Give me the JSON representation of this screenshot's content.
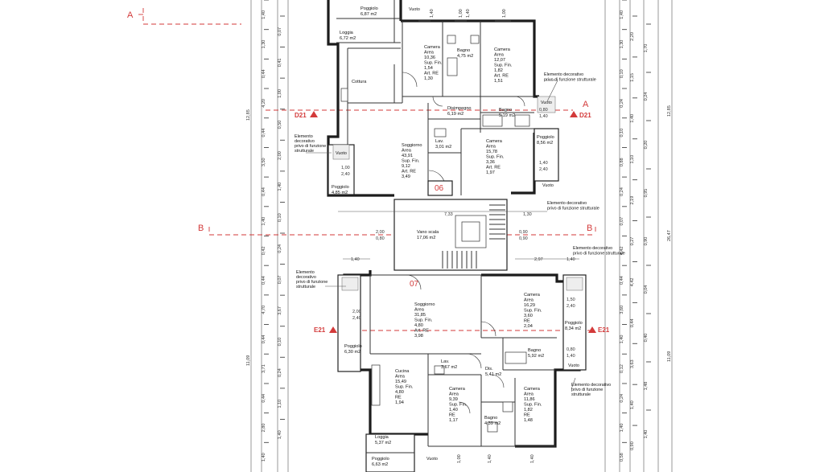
{
  "section_marks": {
    "A": "A",
    "B": "B",
    "D21": "D21",
    "E21": "E21"
  },
  "unit_numbers": {
    "upper": "06",
    "lower": "07"
  },
  "rooms": {
    "loggia_top": [
      "Poggiolo",
      "6,87 m2"
    ],
    "loggia_left": [
      "Loggia",
      "6,72 m2"
    ],
    "camera_1": [
      "Camera",
      "Area",
      "10,36",
      "Sup. Fin.",
      "1,54",
      "Art. RE",
      "1,30"
    ],
    "bagno_1": [
      "Bagno",
      "4,75 m2"
    ],
    "camera_2": [
      "Camera",
      "Area",
      "12,07",
      "Sup. Fin.",
      "1,82",
      "Art. RE",
      "1,51"
    ],
    "cottura": [
      "Cottura"
    ],
    "disimpegno": [
      "Disimpegno",
      "6,19 m2"
    ],
    "bagno_2": [
      "Bagno",
      "5,19 m2"
    ],
    "lav_1": [
      "Lav.",
      "3,01 m2"
    ],
    "soggiorno_1": [
      "Soggiorno",
      "Area",
      "43,91",
      "Sup. Fin.",
      "9,12",
      "Art. RE",
      "3,49"
    ],
    "camera_3": [
      "Camera",
      "Area",
      "15,78",
      "Sup. Fin.",
      "3,36",
      "Art. RE",
      "1,97"
    ],
    "poggiolo_r1": [
      "Poggiolo",
      "8,56 m2"
    ],
    "poggiolo_l1": [
      "Poggiolo",
      "4,85 m2"
    ],
    "vano_scala": [
      "Vano scala",
      "17,06 m2"
    ],
    "soggiorno_2": [
      "Soggiorno",
      "Area",
      "31,85",
      "Sup. Fin.",
      "4,80",
      "Art. RE",
      "3,98"
    ],
    "camera_4": [
      "Camera",
      "Area",
      "16,29",
      "Sup. Fin.",
      "3,60",
      "RE",
      "2,04"
    ],
    "poggiolo_r2": [
      "Poggiolo",
      "8,34 m2"
    ],
    "poggiolo_l2": [
      "Poggiolo",
      "6,30 m2"
    ],
    "bagno_3": [
      "Bagno",
      "5,92 m2"
    ],
    "lav_2": [
      "Lav.",
      "3,67 m2"
    ],
    "dis": [
      "Dis.",
      "5,41 m2"
    ],
    "cucina": [
      "Cucina",
      "Area",
      "15,49",
      "Sup. Fin.",
      "4,80",
      "RE",
      "1,94"
    ],
    "camera_5": [
      "Camera",
      "Area",
      "9,39",
      "Sup. Fin.",
      "1,40",
      "RE",
      "1,17"
    ],
    "bagno_4": [
      "Bagno",
      "4,39 m2"
    ],
    "camera_6": [
      "Camera",
      "Area",
      "11,86",
      "Sup. Fin.",
      "1,82",
      "RE",
      "1,48"
    ],
    "loggia_bottom": [
      "Loggia",
      "5,37 m2"
    ],
    "poggiolo_bottom": [
      "Poggiolo",
      "6,63 m2"
    ]
  },
  "notes": {
    "elem_right_1": [
      "Elemento decorativo",
      "privo di funzione strutturale"
    ],
    "elem_left_1": [
      "Elemento",
      "decorativo",
      "privo di funzione",
      "strutturale"
    ],
    "elem_right_2": [
      "Elemento decorativo",
      "privo di funzione strutturale"
    ],
    "elem_right_3": [
      "Elemento decorativo",
      "privo di funzione strutturale"
    ],
    "elem_left_2": [
      "Elemento",
      "decorativo",
      "privo di funzione",
      "strutturale"
    ],
    "elem_right_4": [
      "Elemento decorativo",
      "privo di funzione",
      "strutturale"
    ]
  },
  "vuoto": "Vuoto",
  "dims": {
    "stair_w": "7,33",
    "stair_r": "1,30",
    "b_left": [
      "2,00",
      "0,80"
    ],
    "b_right": [
      "0,90",
      "0,90"
    ],
    "d_left_1": [
      "1,00",
      "2,40"
    ],
    "d_right_1": [
      "1,40",
      "2,40"
    ],
    "d_left_2": [
      "2,00",
      "2,40"
    ],
    "d_right_2": [
      "1,50",
      "2,40"
    ],
    "d_right_3": [
      "0,80",
      "1,40"
    ],
    "d_bagno_1": [
      "0,80",
      "1,40"
    ],
    "h_140": "1,40",
    "h_297": "2,97",
    "h_140b": "1,40"
  },
  "left_dims_outer": [
    "1,40",
    "1,30",
    "0,44",
    "4,20",
    "0,44",
    "3,50",
    "0,44",
    "1,40",
    "0,42",
    "0,44",
    "4,70",
    "0,44",
    "3,71",
    "0,44",
    "2,80",
    "1,40"
  ],
  "left_dims_mid": [
    "12,85",
    "11,09"
  ],
  "left_dims_inner": [
    "0,07",
    "0,41",
    "1,00",
    "0,50",
    "2,00",
    "1,40",
    "0,10",
    "0,24",
    "0,07",
    "3,67",
    "0,10",
    "0,24",
    "1,10",
    "1,40"
  ],
  "right_dims_a": [
    "1,40",
    "1,30",
    "0,10",
    "0,24",
    "0,10",
    "0,88",
    "0,24",
    "0,07",
    "4,42",
    "0,44",
    "3,60",
    "1,40",
    "0,12",
    "0,24",
    "1,40",
    "0,58"
  ],
  "right_dims_b": [
    "2,20",
    "1,15",
    "1,40",
    "1,10",
    "2,19",
    "0,27",
    "4,42",
    "0,44",
    "3,63",
    "1,40",
    "0,90"
  ],
  "right_dims_c": [
    "1,70",
    "0,24",
    "0,20",
    "0,95",
    "0,90",
    "0,04",
    "0,40",
    "1,48",
    "1,40"
  ],
  "right_dims_total": [
    "12,85",
    "26,47",
    "11,09"
  ],
  "top_dims": [
    "1,40",
    "1,00",
    "1,40",
    "1,00"
  ],
  "bottom_dims": [
    "1,00",
    "1,40",
    "1,40"
  ]
}
